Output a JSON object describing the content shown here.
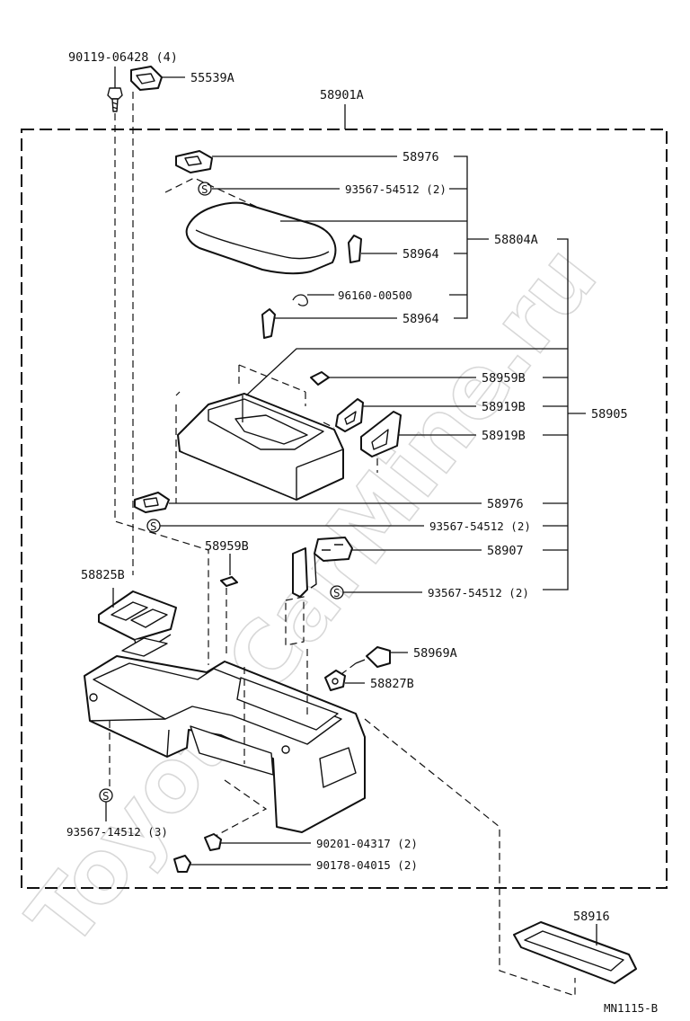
{
  "watermark": "ToyotaCarMine.ru",
  "diagram_code": "MN1115-B",
  "callouts": {
    "c90119": "90119-06428 (4)",
    "c55539a": "55539A",
    "c58901a": "58901A",
    "c58976_top": "58976",
    "c93567_top": "93567-54512 (2)",
    "c58804a": "58804A",
    "c58964_a": "58964",
    "c96160": "96160-00500",
    "c58964_b": "58964",
    "c58959b_top": "58959B",
    "c58919b_a": "58919B",
    "c58905": "58905",
    "c58919b_b": "58919B",
    "c58976_mid": "58976",
    "c93567_mid": "93567-54512 (2)",
    "c58959b_low": "58959B",
    "c58907": "58907",
    "c58825b": "58825B",
    "c93567_low": "93567-54512 (2)",
    "c58969a": "58969A",
    "c58827b": "58827B",
    "c93567_14512": "93567-14512 (3)",
    "c90201": "90201-04317 (2)",
    "c90178": "90178-04015 (2)",
    "c58916": "58916"
  },
  "symbols": {
    "screw_mark": "S"
  }
}
